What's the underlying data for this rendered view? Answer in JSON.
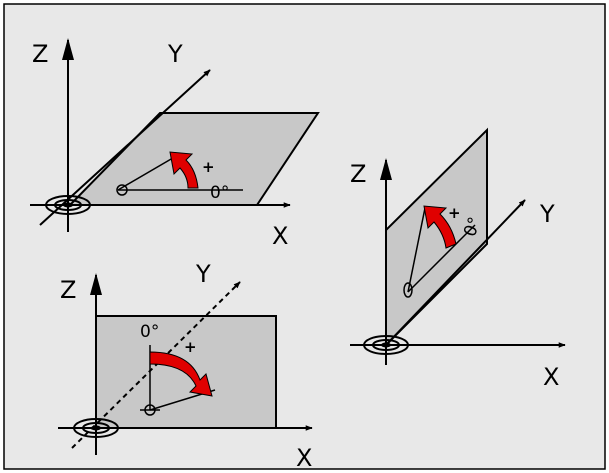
{
  "colors": {
    "background": "#e8e8e8",
    "frame": "#000000",
    "plane_fill": "#c8c8c8",
    "rotation_arrow": "#e00000"
  },
  "diagrams": [
    {
      "id": "xy-plane",
      "axes": {
        "z": "Z",
        "y": "Y",
        "x": "X"
      },
      "zero_angle": "0°",
      "direction_mark": "+"
    },
    {
      "id": "yz-plane",
      "axes": {
        "z": "Z",
        "y": "Y",
        "x": "X"
      },
      "zero_angle": "0°",
      "direction_mark": "+"
    },
    {
      "id": "zx-plane",
      "axes": {
        "z": "Z",
        "y": "Y",
        "x": "X"
      },
      "zero_angle": "0°",
      "direction_mark": "+"
    }
  ],
  "icons": {
    "origin": "origin-target-icon",
    "arrow": "rotation-arrow-icon"
  }
}
